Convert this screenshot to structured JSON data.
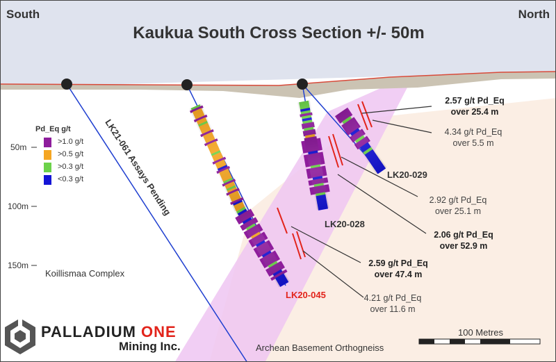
{
  "title": "Kaukua South Cross Section +/- 50m",
  "orientation": {
    "left": "South",
    "right": "North"
  },
  "depth_labels": [
    "50m",
    "100m",
    "150m"
  ],
  "legend": {
    "title": "Pd_Eq g/t",
    "items": [
      {
        "label": ">1.0 g/t",
        "color": "#8e1d9c"
      },
      {
        "label": ">0.5 g/t",
        "color": "#f5a623"
      },
      {
        "label": ">0.3 g/t",
        "color": "#6cd24a"
      },
      {
        "label": "<0.3 g/t",
        "color": "#1515d6"
      }
    ]
  },
  "drill_holes": {
    "lk21_061": "LK21-061 Assays Pending",
    "lk20_028": "LK20-028",
    "lk20_029": "LK20-029",
    "lk20_045": "LK20-045"
  },
  "intercepts": [
    {
      "line1": "2.57 g/t Pd_Eq",
      "line2": "over 25.4 m",
      "bold": true
    },
    {
      "line1": "4.34 g/t Pd_Eq",
      "line2": "over 5.5 m",
      "bold": false
    },
    {
      "line1": "2.92 g/t Pd_Eq",
      "line2": "over 25.1 m",
      "bold": false
    },
    {
      "line1": "2.06 g/t Pd_Eq",
      "line2": "over 52.9 m",
      "bold": true
    },
    {
      "line1": "2.59 g/t Pd_Eq",
      "line2": "over 47.4 m",
      "bold": true
    },
    {
      "line1": "4.21 g/t Pd_Eq",
      "line2": "over 11.6 m",
      "bold": false
    }
  ],
  "geology": {
    "upper": "Koillismaa Complex",
    "lower": "Archean Basement Orthogneiss"
  },
  "scale_bar": "100 Metres",
  "logo": {
    "word1": "PALLADIUM",
    "word2": "ONE",
    "sub": "Mining Inc."
  },
  "colors": {
    "sky": "#dfe3ee",
    "overburden": "#cbc3b3",
    "basement": "#fbeee4",
    "intrusion_zone": "#efc5f2",
    "drill_trace": "#1f3fd0",
    "intercept_marker": "#e2241b",
    "accent": "#e2241b"
  }
}
